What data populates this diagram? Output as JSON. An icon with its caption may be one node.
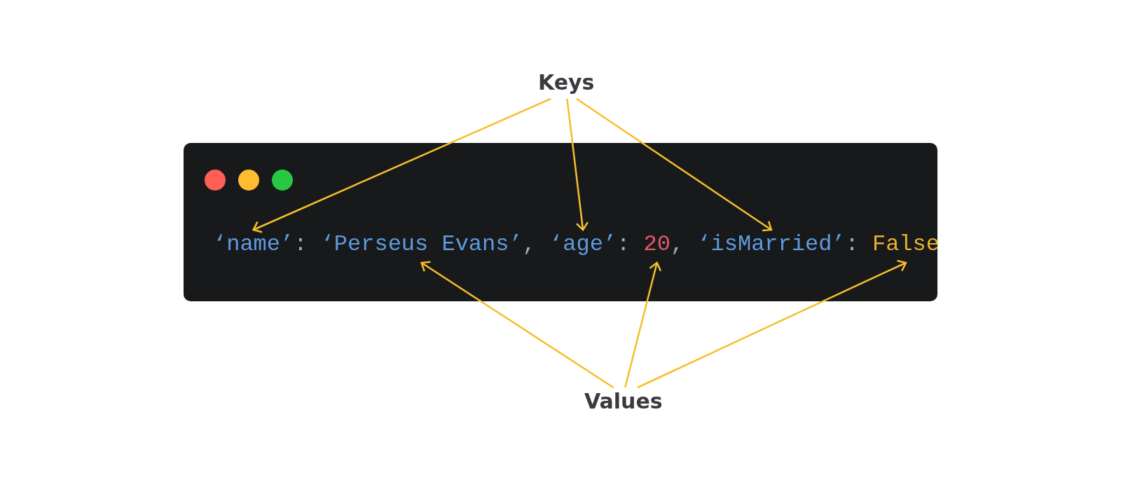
{
  "diagram": {
    "nodes": [
      {
        "text": [
          "Keys"
        ]
      },
      {
        "text": [],
        "shape": "box"
      },
      {
        "text": [
          "‘name’"
        ],
        "in": 1
      },
      {
        "text": [
          "‘Perseus Evans’"
        ],
        "in": 1
      },
      {
        "text": [
          "‘age’"
        ],
        "in": 1
      },
      {
        "text": [
          "20"
        ],
        "in": 1
      },
      {
        "text": [
          "‘isMarried’"
        ],
        "in": 1
      },
      {
        "text": [
          "False"
        ],
        "in": 1
      },
      {
        "text": [
          "Values"
        ]
      }
    ],
    "edges": [
      {
        "from": 0,
        "to": 2,
        "arrow": "to"
      },
      {
        "from": 0,
        "to": 4,
        "arrow": "to"
      },
      {
        "from": 0,
        "to": 6,
        "arrow": "to"
      },
      {
        "from": 8,
        "to": 3,
        "arrow": "to"
      },
      {
        "from": 8,
        "to": 5,
        "arrow": "to"
      },
      {
        "from": 8,
        "to": 7,
        "arrow": "to"
      }
    ],
    "labels": [
      ":",
      ",",
      ":",
      ",",
      ":"
    ]
  }
}
